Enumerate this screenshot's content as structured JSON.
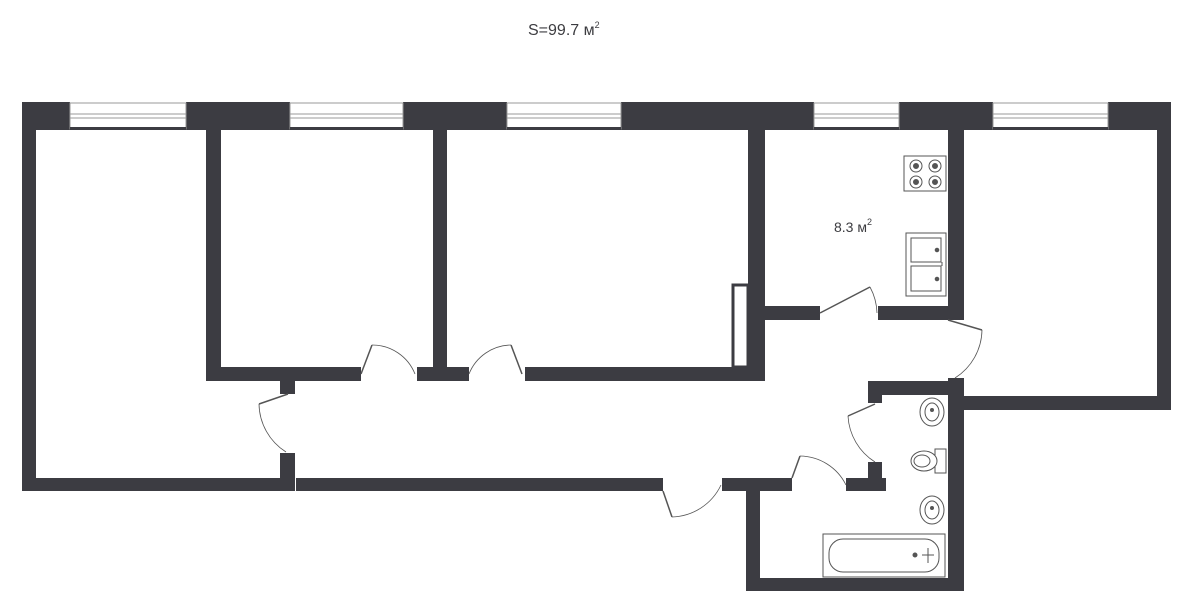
{
  "total_area": {
    "prefix": "S=99.7 м",
    "sup": "2"
  },
  "rooms": [
    {
      "id": "kitchen",
      "area_value": "8.3 м",
      "sup": "2"
    }
  ],
  "colors": {
    "wall": "#3c3c42",
    "fixture_line": "#555555",
    "window_line": "#9a9a9a",
    "background": "#ffffff"
  },
  "icons": [
    "stove-icon",
    "kitchen-sink-icon",
    "bathroom-sink-icon",
    "toilet-icon",
    "bathtub-icon"
  ]
}
